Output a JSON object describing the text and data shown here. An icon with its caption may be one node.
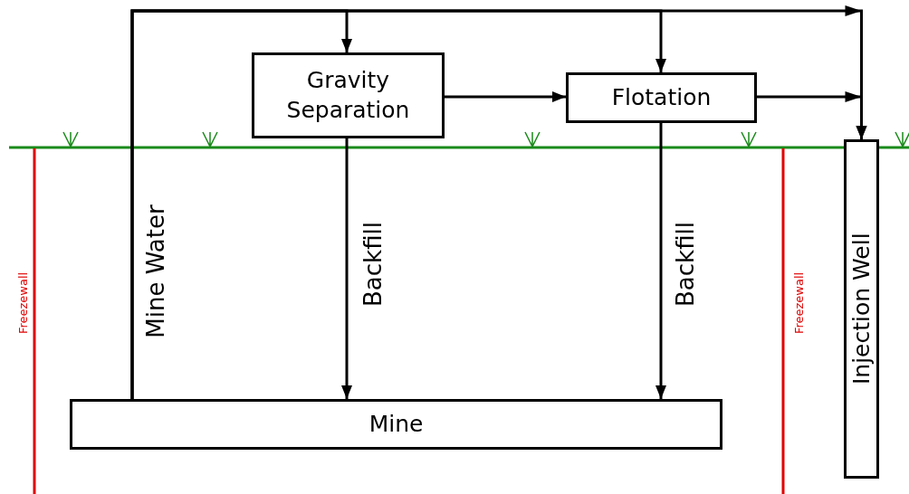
{
  "diagram": {
    "nodes": [
      {
        "text": [
          "Gravity Separation"
        ]
      },
      {
        "text": [
          "Flotation"
        ]
      },
      {
        "text": [
          "Mine"
        ]
      },
      {
        "text": [
          "Injection Well"
        ]
      }
    ],
    "edges": [
      {
        "from": 2,
        "to": 0,
        "arrow": "to",
        "label": "Mine Water"
      },
      {
        "from": 2,
        "to": 1,
        "arrow": "to"
      },
      {
        "from": 2,
        "to": 3,
        "arrow": "to"
      },
      {
        "from": 0,
        "to": 1,
        "arrow": "to"
      },
      {
        "from": 1,
        "to": 3,
        "arrow": "to"
      },
      {
        "from": 0,
        "to": 2,
        "arrow": "to",
        "label": "Backfill"
      },
      {
        "from": 1,
        "to": 2,
        "arrow": "to",
        "label": "Backfill"
      }
    ],
    "labels": [
      "Freezewall",
      "Freezewall"
    ]
  }
}
